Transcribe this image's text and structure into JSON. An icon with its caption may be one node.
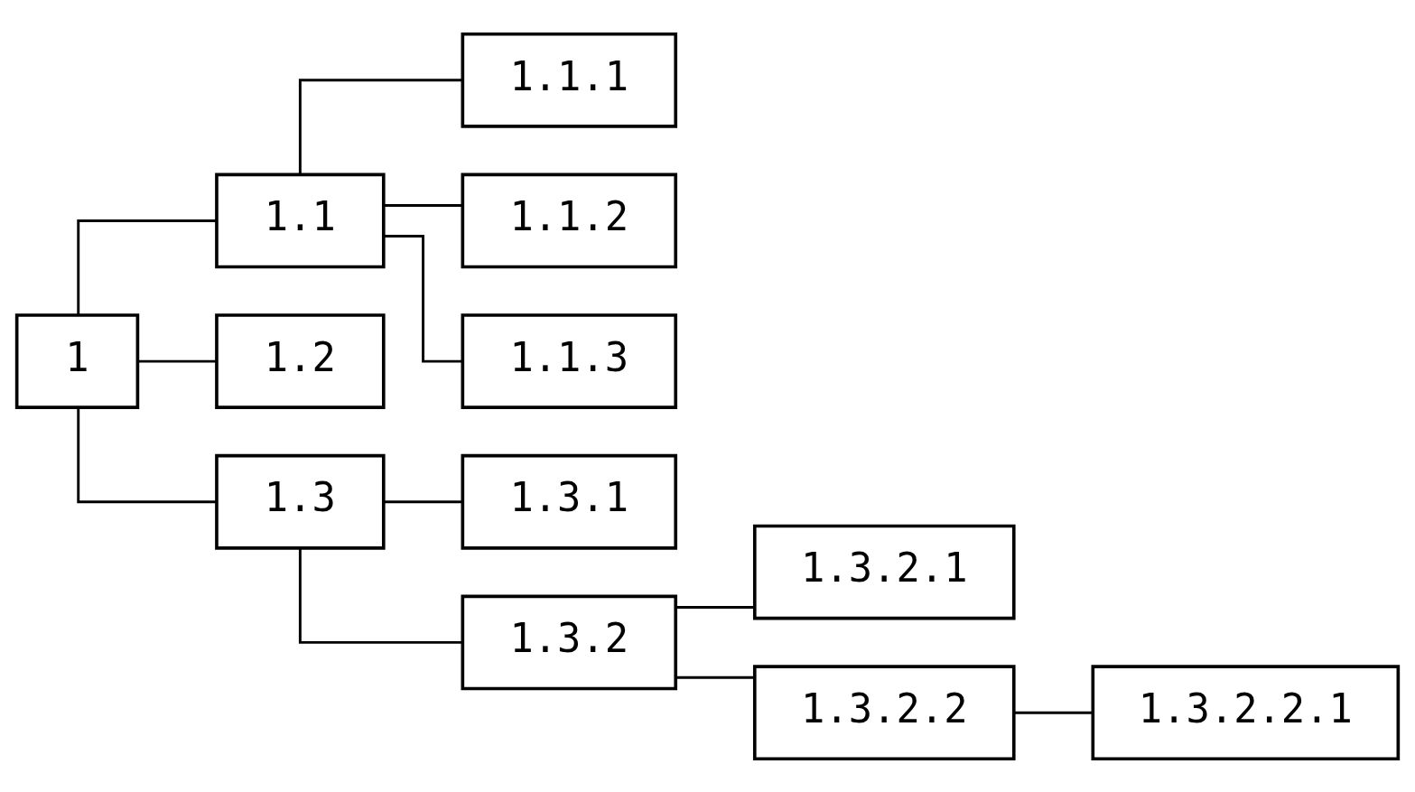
{
  "diagram": {
    "nodes": [
      {
        "text": [
          "1"
        ]
      },
      {
        "text": [
          "1.1"
        ]
      },
      {
        "text": [
          "1.1.1"
        ]
      },
      {
        "text": [
          "1.1.2"
        ]
      },
      {
        "text": [
          "1.1.3"
        ]
      },
      {
        "text": [
          "1.2"
        ]
      },
      {
        "text": [
          "1.3"
        ]
      },
      {
        "text": [
          "1.3.1"
        ]
      },
      {
        "text": [
          "1.3.2"
        ]
      },
      {
        "text": [
          "1.3.2.1"
        ]
      },
      {
        "text": [
          "1.3.2.2"
        ]
      },
      {
        "text": [
          "1.3.2.2.1"
        ]
      }
    ],
    "edges": [
      {
        "from": 0,
        "to": 1,
        "arrow": "none"
      },
      {
        "from": 1,
        "to": 2,
        "arrow": "none"
      },
      {
        "from": 1,
        "to": 3,
        "arrow": "none"
      },
      {
        "from": 1,
        "to": 4,
        "arrow": "none"
      },
      {
        "from": 0,
        "to": 5,
        "arrow": "none"
      },
      {
        "from": 0,
        "to": 6,
        "arrow": "none"
      },
      {
        "from": 6,
        "to": 7,
        "arrow": "none"
      },
      {
        "from": 6,
        "to": 8,
        "arrow": "none"
      },
      {
        "from": 8,
        "to": 9,
        "arrow": "none"
      },
      {
        "from": 8,
        "to": 10,
        "arrow": "none"
      },
      {
        "from": 10,
        "to": 11,
        "arrow": "none"
      }
    ]
  }
}
